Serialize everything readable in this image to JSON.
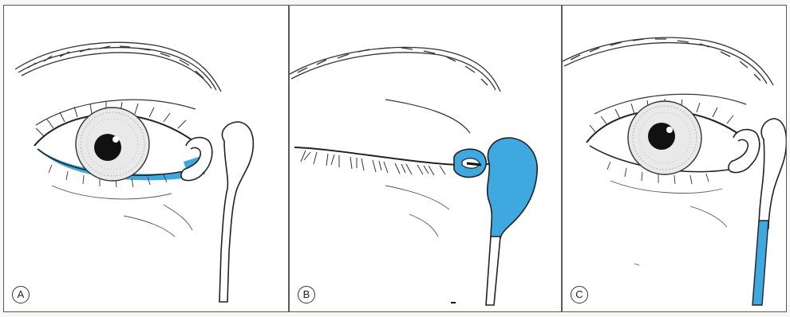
{
  "panels": [
    {
      "id": "A",
      "label": "A",
      "state": "eye open, tear film along lower lid, sac filling"
    },
    {
      "id": "B",
      "label": "B",
      "state": "eye closed, lacrimal sac distended"
    },
    {
      "id": "C",
      "label": "C",
      "state": "eye open, tears draining down nasolacrimal duct"
    }
  ],
  "colors": {
    "tear_fluid": "#3fa9df",
    "line_art": "#2b2b2b",
    "panel_border": "#5a5a5a",
    "background": "#ffffff"
  }
}
